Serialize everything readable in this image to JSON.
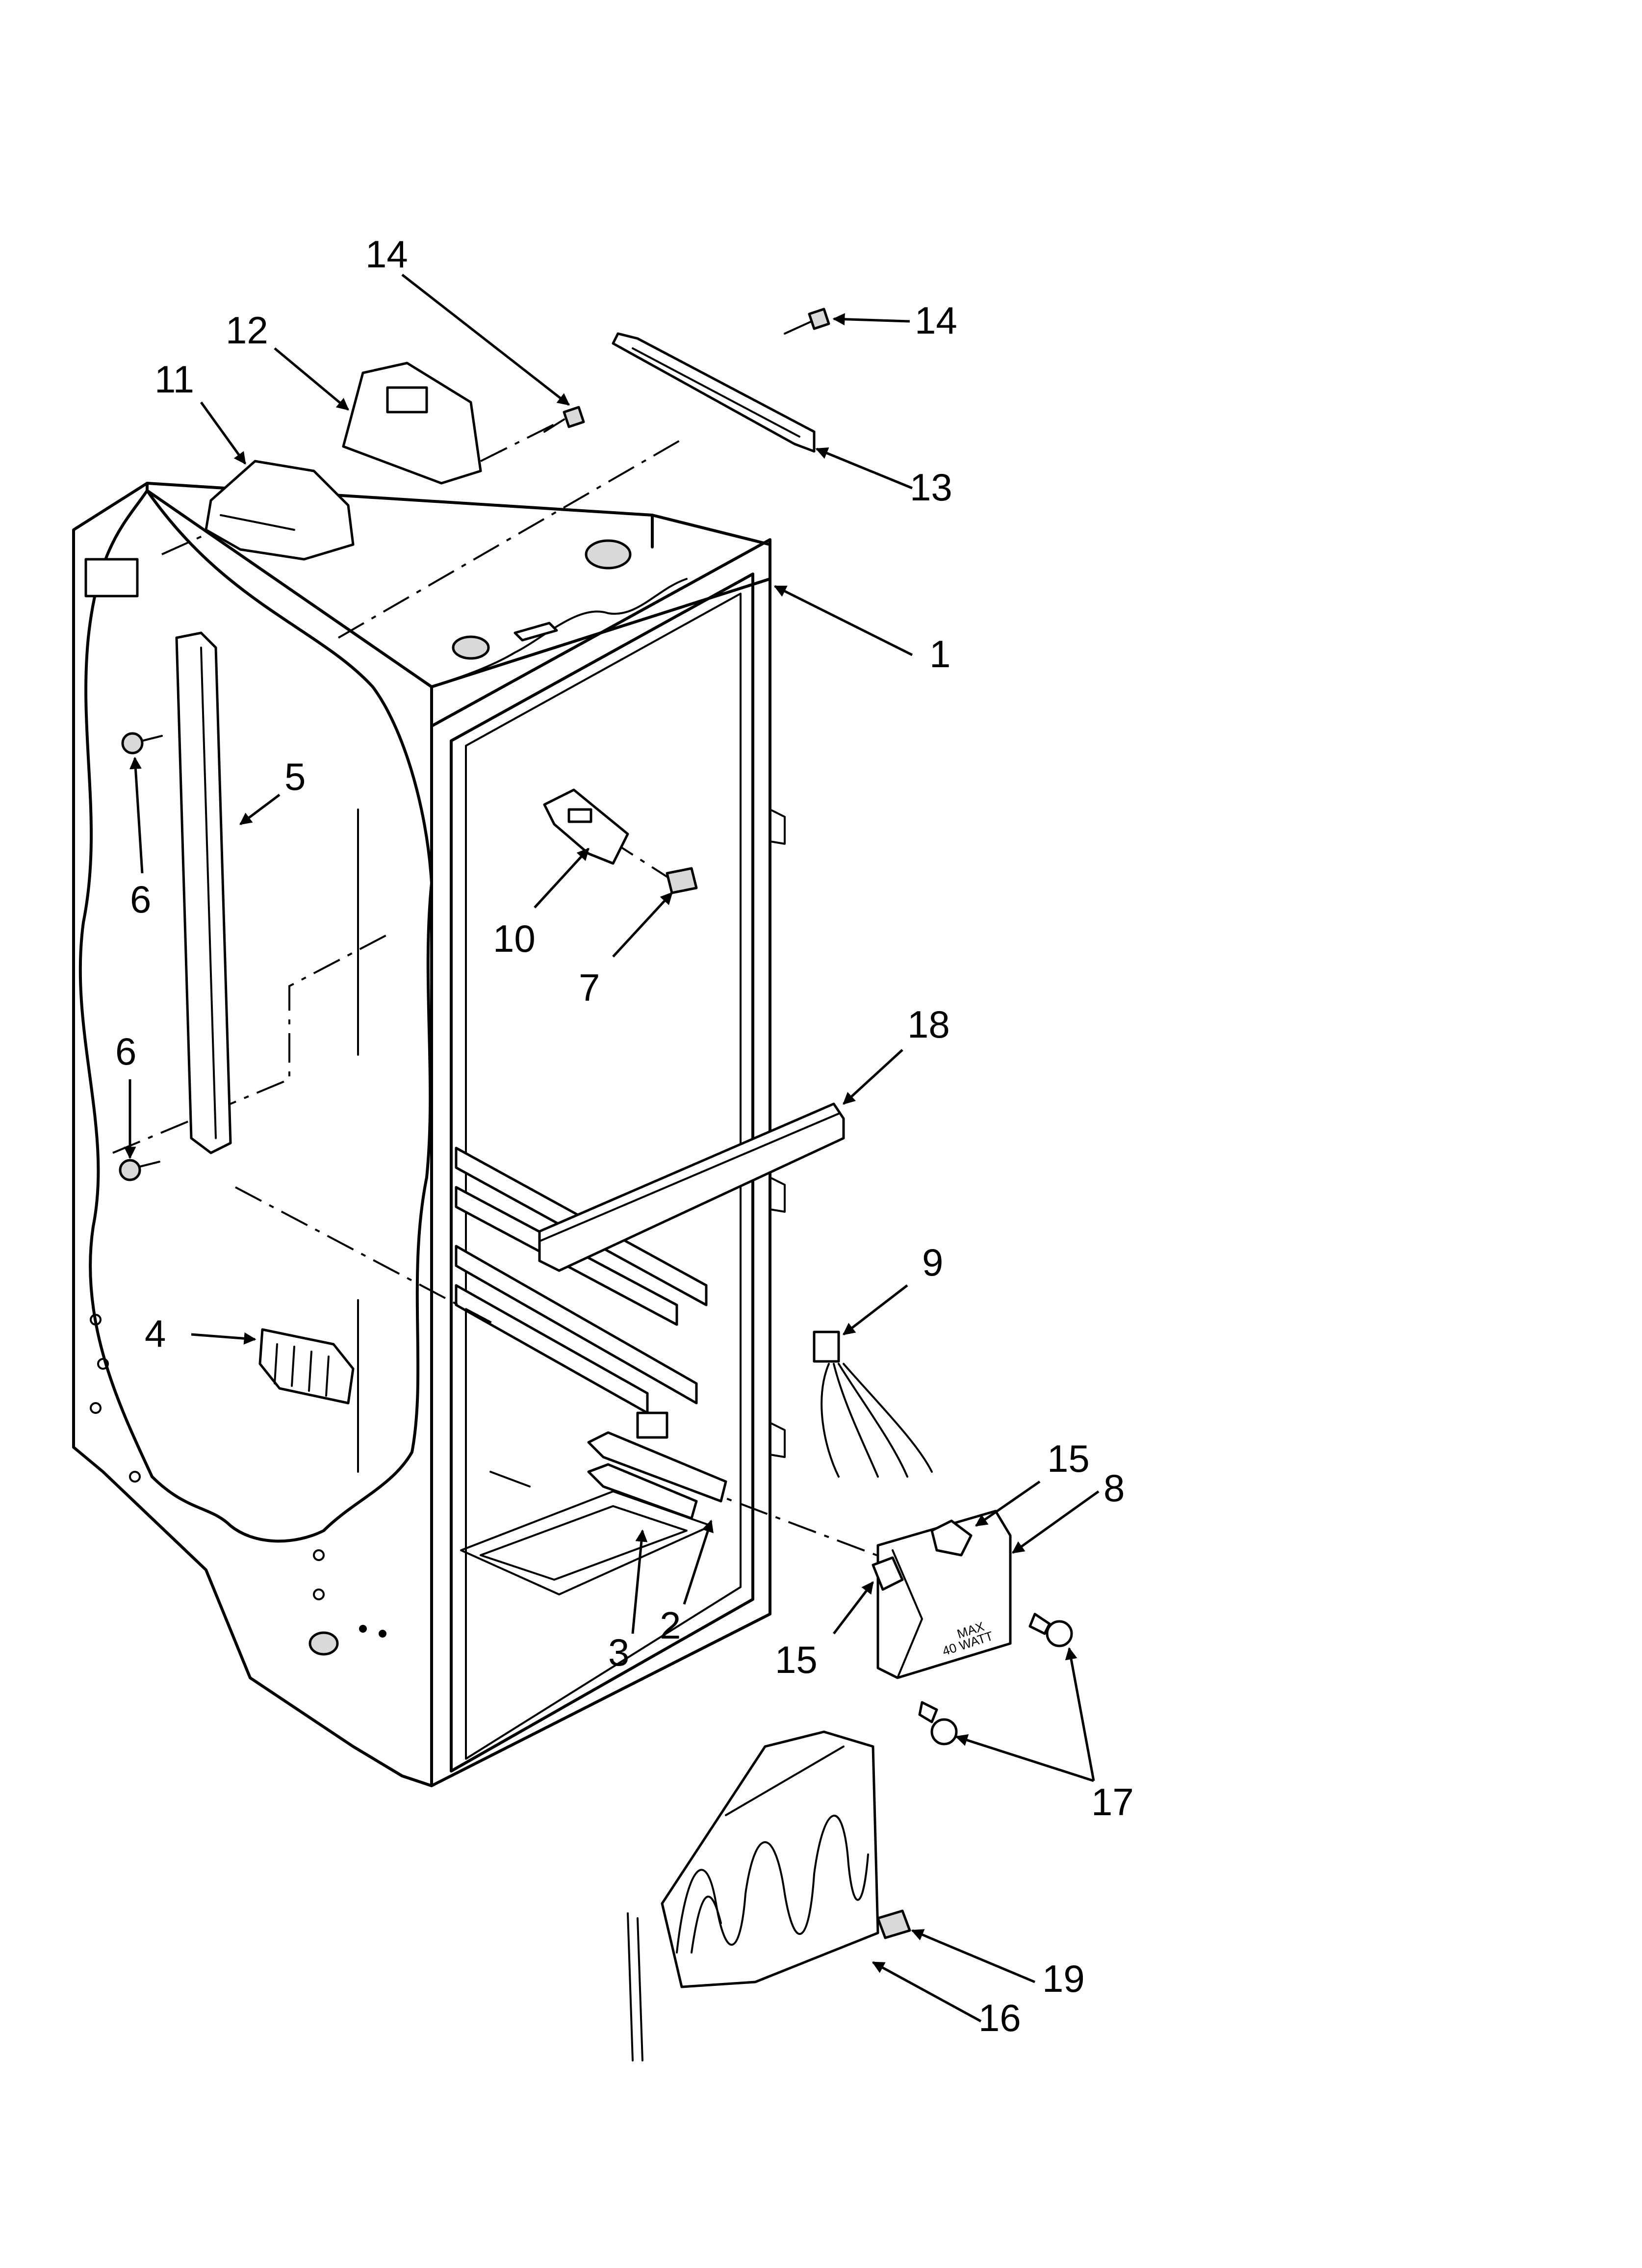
{
  "callouts": {
    "c1": "1",
    "c2": "2",
    "c3": "3",
    "c4": "4",
    "c5": "5",
    "c6a": "6",
    "c6b": "6",
    "c7": "7",
    "c8": "8",
    "c9": "9",
    "c10": "10",
    "c11": "11",
    "c12": "12",
    "c13": "13",
    "c14a": "14",
    "c14b": "14",
    "c15a": "15",
    "c15b": "15",
    "c16": "16",
    "c17": "17",
    "c18": "18",
    "c19": "19"
  },
  "part_text": {
    "max": "MAX",
    "watt": "40 WATT"
  }
}
